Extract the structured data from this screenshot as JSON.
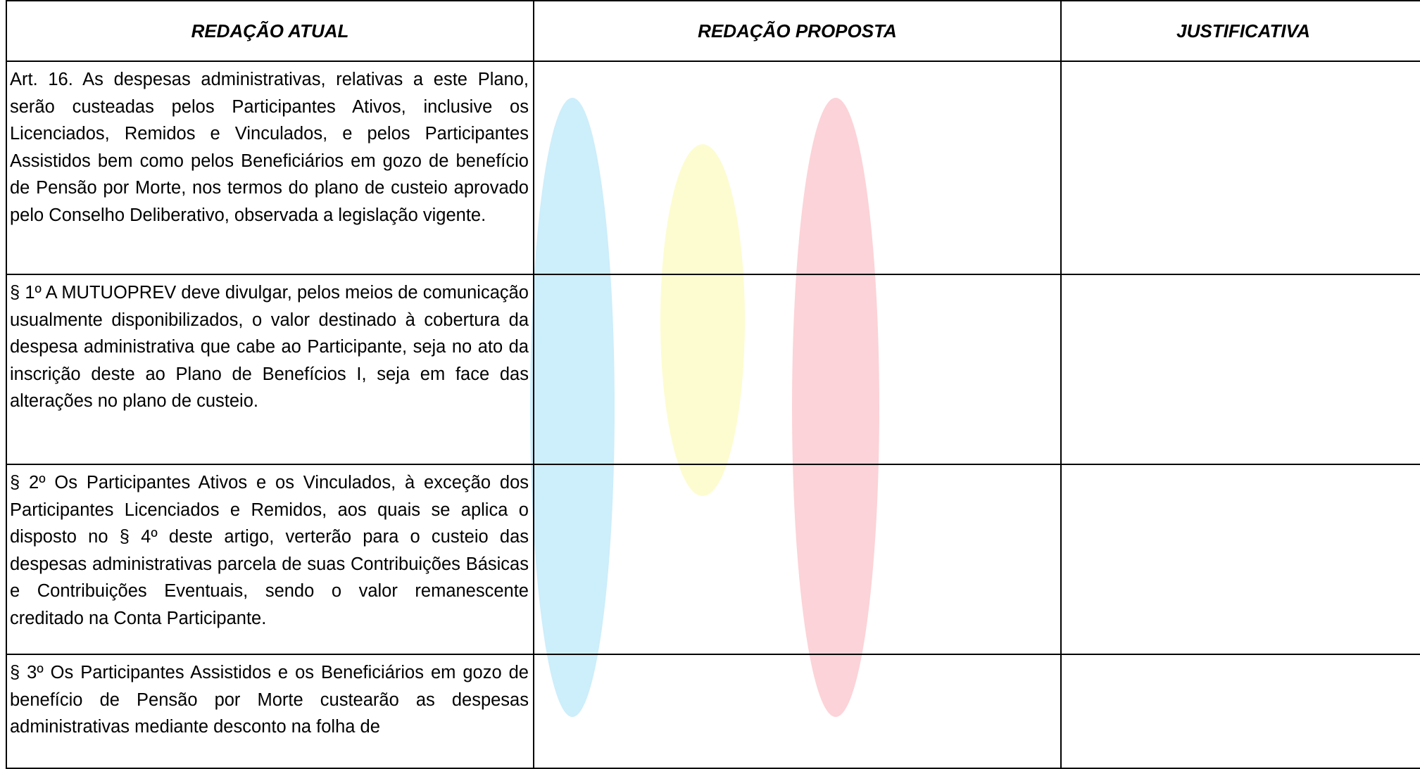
{
  "table": {
    "headers": [
      "REDAÇÃO ATUAL",
      "REDAÇÃO PROPOSTA",
      "JUSTIFICATIVA"
    ],
    "rows": [
      {
        "atual": "Art. 16. As despesas administrativas, relativas a este Plano, serão custeadas pelos Participantes Ativos, inclusive os Licenciados, Remidos e Vinculados, e pelos Participantes Assistidos bem como pelos Beneficiários em gozo de benefício de Pensão por Morte, nos termos do plano de custeio aprovado pelo Conselho Deliberativo, observada a legislação vigente.",
        "proposta": "",
        "justificativa": ""
      },
      {
        "atual": "§ 1º A MUTUOPREV deve divulgar, pelos meios de comunicação usualmente disponibilizados, o valor destinado à cobertura da despesa administrativa que cabe ao Participante, seja no ato da inscrição deste ao Plano de Benefícios I, seja em face das alterações no plano de custeio.",
        "proposta": "",
        "justificativa": ""
      },
      {
        "atual": "§ 2º Os Participantes Ativos e os Vinculados, à exceção dos Participantes Licenciados e Remidos, aos quais se aplica o disposto no § 4º deste artigo, verterão para o custeio das despesas administrativas parcela de suas Contribuições Básicas e Contribuições Eventuais, sendo o valor remanescente creditado na Conta Participante.",
        "proposta": "",
        "justificativa": ""
      },
      {
        "atual": "§ 3º Os Participantes Assistidos e os Beneficiários em gozo de benefício de Pensão por Morte custearão as despesas administrativas mediante desconto na folha de",
        "proposta": "",
        "justificativa": ""
      }
    ]
  },
  "colors": {
    "watermark_blue": "#cdeefb",
    "watermark_yellow": "#fdfcd0",
    "watermark_red": "#fcd3d8",
    "border": "#000000"
  }
}
